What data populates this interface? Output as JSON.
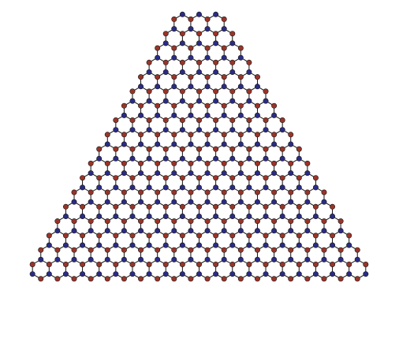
{
  "diagram": {
    "kind": "honeycomb-lattice",
    "shape": "truncated-triangle",
    "top_edge_hexagons": 3,
    "hexagon_rows": 18,
    "colors": {
      "background": "#ffffff",
      "bond": "#111111",
      "sublattice_a": "#9a3428",
      "sublattice_b": "#2b2b86",
      "node_outline": "#1a1a1a"
    }
  }
}
